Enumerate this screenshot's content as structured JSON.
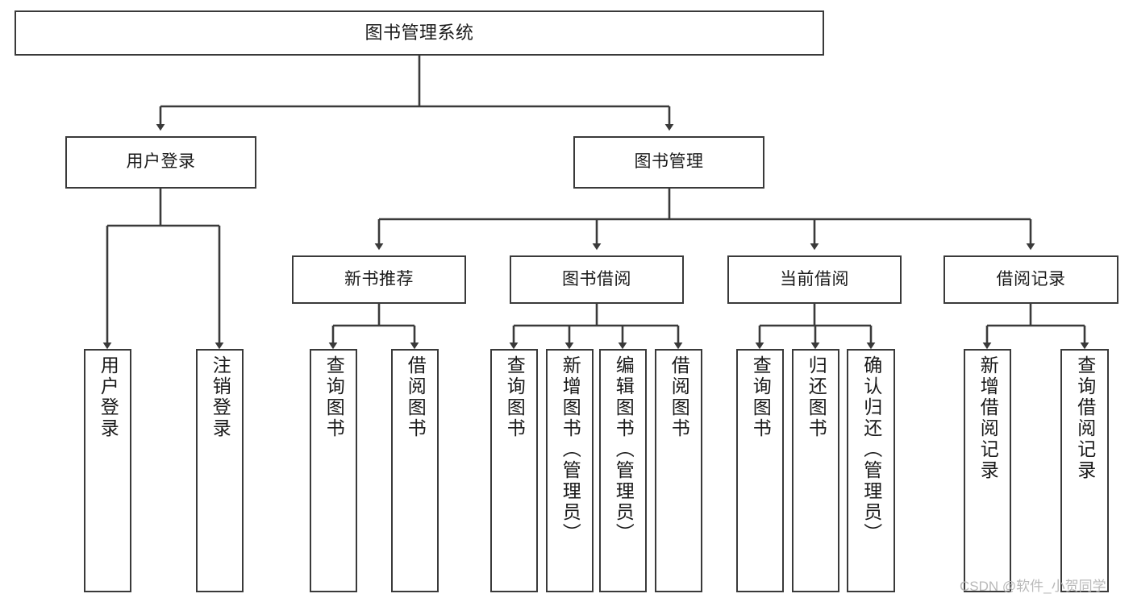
{
  "diagram": {
    "title": "图书管理系统",
    "type": "tree-hierarchy",
    "watermark": "CSDN @软件_小贺同学",
    "colors": {
      "background": "#ffffff",
      "box_border": "#3a3a3a",
      "box_fill": "#ffffff",
      "edge": "#3a3a3a",
      "text": "#1a1a1a",
      "watermark": "#b9b9b9"
    },
    "nodes": {
      "root": {
        "label": "图书管理系统",
        "level": 0,
        "orientation": "horizontal"
      },
      "level1": [
        {
          "id": "user-login",
          "label": "用户登录",
          "orientation": "horizontal"
        },
        {
          "id": "book-manage",
          "label": "图书管理",
          "orientation": "horizontal"
        }
      ],
      "level2": [
        {
          "id": "new-book-recommend",
          "label": "新书推荐",
          "orientation": "horizontal",
          "parent": "book-manage"
        },
        {
          "id": "book-borrow",
          "label": "图书借阅",
          "orientation": "horizontal",
          "parent": "book-manage"
        },
        {
          "id": "current-borrow",
          "label": "当前借阅",
          "orientation": "horizontal",
          "parent": "book-manage"
        },
        {
          "id": "borrow-record",
          "label": "借阅记录",
          "orientation": "horizontal",
          "parent": "book-manage"
        }
      ],
      "leaves": [
        {
          "id": "leaf-user-login",
          "label": "用户登录",
          "orientation": "vertical",
          "parent": "user-login"
        },
        {
          "id": "leaf-logout",
          "label": "注销登录",
          "orientation": "vertical",
          "parent": "user-login"
        },
        {
          "id": "leaf-query-book-1",
          "label": "查询图书",
          "orientation": "vertical",
          "parent": "new-book-recommend"
        },
        {
          "id": "leaf-borrow-book-1",
          "label": "借阅图书",
          "orientation": "vertical",
          "parent": "new-book-recommend"
        },
        {
          "id": "leaf-query-book-2",
          "label": "查询图书",
          "orientation": "vertical",
          "parent": "book-borrow"
        },
        {
          "id": "leaf-add-book",
          "label": "新增图书（管理员）",
          "orientation": "vertical",
          "parent": "book-borrow"
        },
        {
          "id": "leaf-edit-book",
          "label": "编辑图书（管理员）",
          "orientation": "vertical",
          "parent": "book-borrow"
        },
        {
          "id": "leaf-borrow-book-2",
          "label": "借阅图书",
          "orientation": "vertical",
          "parent": "book-borrow"
        },
        {
          "id": "leaf-query-book-3",
          "label": "查询图书",
          "orientation": "vertical",
          "parent": "current-borrow"
        },
        {
          "id": "leaf-return-book",
          "label": "归还图书",
          "orientation": "vertical",
          "parent": "current-borrow"
        },
        {
          "id": "leaf-confirm-return",
          "label": "确认归还（管理员）",
          "orientation": "vertical",
          "parent": "current-borrow"
        },
        {
          "id": "leaf-add-record",
          "label": "新增借阅记录",
          "orientation": "vertical",
          "parent": "borrow-record"
        },
        {
          "id": "leaf-query-record",
          "label": "查询借阅记录",
          "orientation": "vertical",
          "parent": "borrow-record"
        }
      ]
    }
  }
}
